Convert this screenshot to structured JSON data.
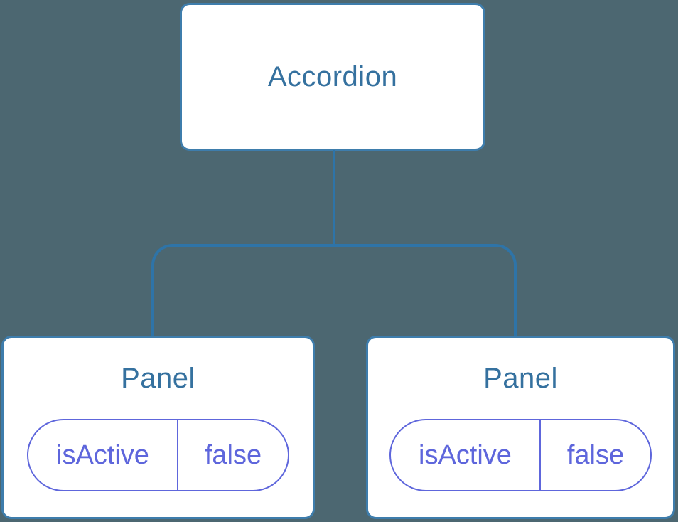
{
  "tree": {
    "root": {
      "label": "Accordion"
    },
    "children": [
      {
        "label": "Panel",
        "props": [
          {
            "name": "isActive",
            "value": "false"
          }
        ]
      },
      {
        "label": "Panel",
        "props": [
          {
            "name": "isActive",
            "value": "false"
          }
        ]
      }
    ]
  },
  "colors": {
    "background": "#4c6771",
    "node_fill": "#ffffff",
    "node_border": "#3e7dac",
    "connector": "#2e74a8",
    "component_text": "#35719f",
    "state_accent": "#5e66dc"
  }
}
